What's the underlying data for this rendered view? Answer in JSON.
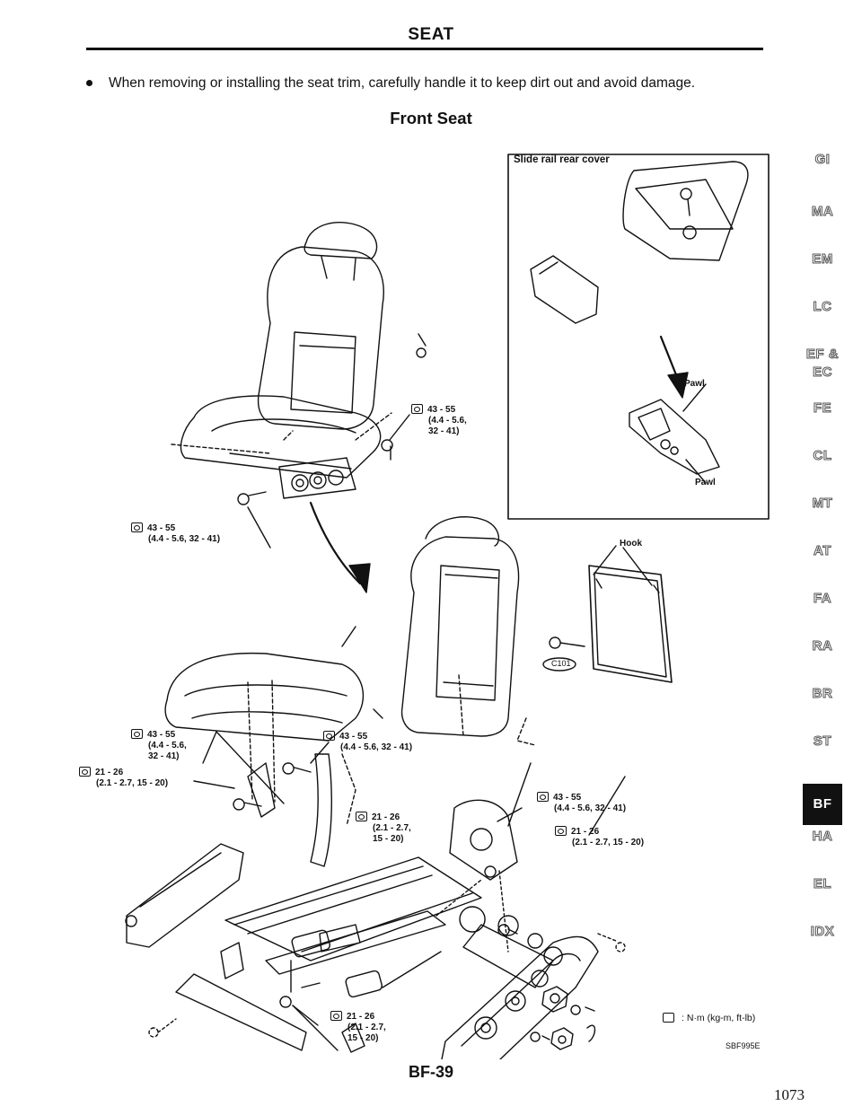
{
  "header": {
    "title": "SEAT"
  },
  "intro": "When removing or installing the seat trim, carefully handle it to keep dirt out and avoid damage.",
  "section_title": "Front Seat",
  "diagram": {
    "inset_title": "Slide rail rear cover",
    "pawl_label": "Pawl",
    "hook_label": "Hook",
    "connector_label": "C101",
    "torques": {
      "t1": {
        "line1": "43 - 55",
        "line2": "(4.4 - 5.6,",
        "line3": "32 - 41)"
      },
      "t2": {
        "line1": "43 - 55",
        "line2": "(4.4 - 5.6, 32 - 41)"
      },
      "t3": {
        "line1": "43 - 55",
        "line2": "(4.4 - 5.6,",
        "line3": "32 - 41)"
      },
      "t4": {
        "line1": "43 - 55",
        "line2": "(4.4 - 5.6, 32 - 41)"
      },
      "t5": {
        "line1": "21 - 26",
        "line2": "(2.1 - 2.7, 15 - 20)"
      },
      "t6": {
        "line1": "21 - 26",
        "line2": "(2.1 - 2.7,",
        "line3": "15 - 20)"
      },
      "t7": {
        "line1": "43 - 55",
        "line2": "(4.4 - 5.6, 32 - 41)"
      },
      "t8": {
        "line1": "21 - 26",
        "line2": "(2.1 - 2.7, 15 - 20)"
      },
      "t9": {
        "line1": "21 - 26",
        "line2": "(2.1 - 2.7,",
        "line3": "15 - 20)"
      }
    }
  },
  "side_tabs": [
    "GI",
    "MA",
    "EM",
    "LC",
    "EF &",
    "EC",
    "FE",
    "CL",
    "MT",
    "AT",
    "FA",
    "RA",
    "BR",
    "ST",
    "BF",
    "HA",
    "EL",
    "IDX"
  ],
  "active_tab": "BF",
  "legend": ": N·m (kg-m, ft-lb)",
  "figure_code": "SBF995E",
  "footer": {
    "page_code": "BF-39",
    "page_number": "1073"
  }
}
